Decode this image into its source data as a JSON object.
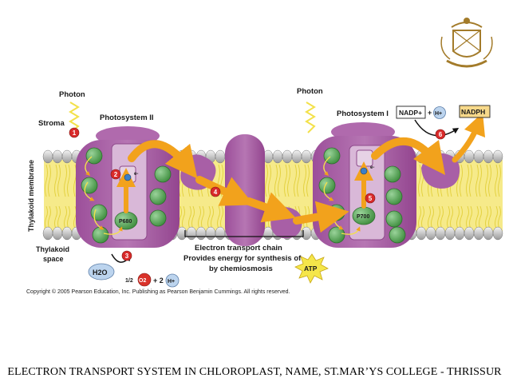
{
  "labels": {
    "photon_left": "Photon",
    "photon_right": "Photon",
    "stroma": "Stroma",
    "photosystem_ii": "Photosystem II",
    "photosystem_i": "Photosystem I",
    "thylakoid_membrane": "Thylakoid membrane",
    "thylakoid_space_1": "Thylakoid",
    "thylakoid_space_2": "space",
    "p680": "P680",
    "p700": "P700",
    "h2o": "H2O",
    "o2_fraction": "1/2",
    "o2": "O2",
    "plus_2": "+ 2",
    "h_plus": "H+",
    "nadp": "NADP+",
    "plus": "+",
    "h_plus_2": "H+",
    "nadph": "NADPH",
    "etc_line1": "Electron transport chain",
    "etc_line2": "Provides energy for synthesis of",
    "etc_line3": "by chemiosmosis",
    "atp": "ATP",
    "electron": "e-"
  },
  "steps": [
    "1",
    "2",
    "3",
    "4",
    "5",
    "6"
  ],
  "copyright": "Copyright © 2005 Pearson Education, Inc. Publishing as Pearson Benjamin Cummings. All rights reserved.",
  "caption": "ELECTRON TRANSPORT SYSTEM IN CHLOROPLAST, NAME, ST.MAR’YS COLLEGE - THRISSUR",
  "colors": {
    "protein": "#a85fa6",
    "protein_light": "#c58cc2",
    "chlorophyll": "#5aa85a",
    "lipid_head": "#d2d2d2",
    "lipid_tail": "#f1e36b",
    "arrow": "#f2a21c",
    "step_badge": "#d92a2a"
  }
}
